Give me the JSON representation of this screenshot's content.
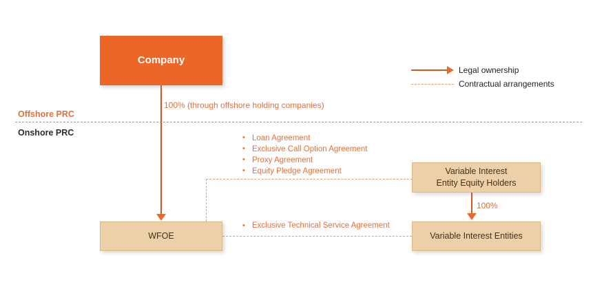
{
  "diagram": {
    "title_boxes": {
      "company": "Company",
      "wfoe": "WFOE",
      "vie_equity_holders": "Variable Interest\nEntity Equity Holders",
      "vie_equity_holders_line1": "Variable Interest",
      "vie_equity_holders_line2": "Entity Equity Holders",
      "vie_entities": "Variable Interest Entities"
    },
    "region_labels": {
      "offshore": "Offshore PRC",
      "onshore": "Onshore PRC"
    },
    "edge_labels": {
      "company_to_wfoe": "100% (through offshore holding companies)",
      "holders_to_vie": "100%"
    },
    "contractual_agreements": [
      "Loan Agreement",
      "Exclusive Call Option Agreement",
      "Proxy Agreement",
      "Equity Pledge Agreement"
    ],
    "service_agreement": "Exclusive Technical Service Agreement",
    "legend": [
      {
        "label": "Legal ownership",
        "style": "solid-arrow",
        "color": "#e2703a"
      },
      {
        "label": "Contractual arrangements",
        "style": "dashed-line",
        "color": "#e89a70"
      }
    ],
    "colors": {
      "company_fill": "#ec6626",
      "entity_fill": "#ecd0a7",
      "entity_border": "#dcb887",
      "entity_text": "#4a2f1c",
      "accent_orange": "#e2703a",
      "solid_line": "#d2561f",
      "dashed_line": "#e89a70",
      "divider": "#d4894f",
      "background": "#ffffff"
    }
  }
}
